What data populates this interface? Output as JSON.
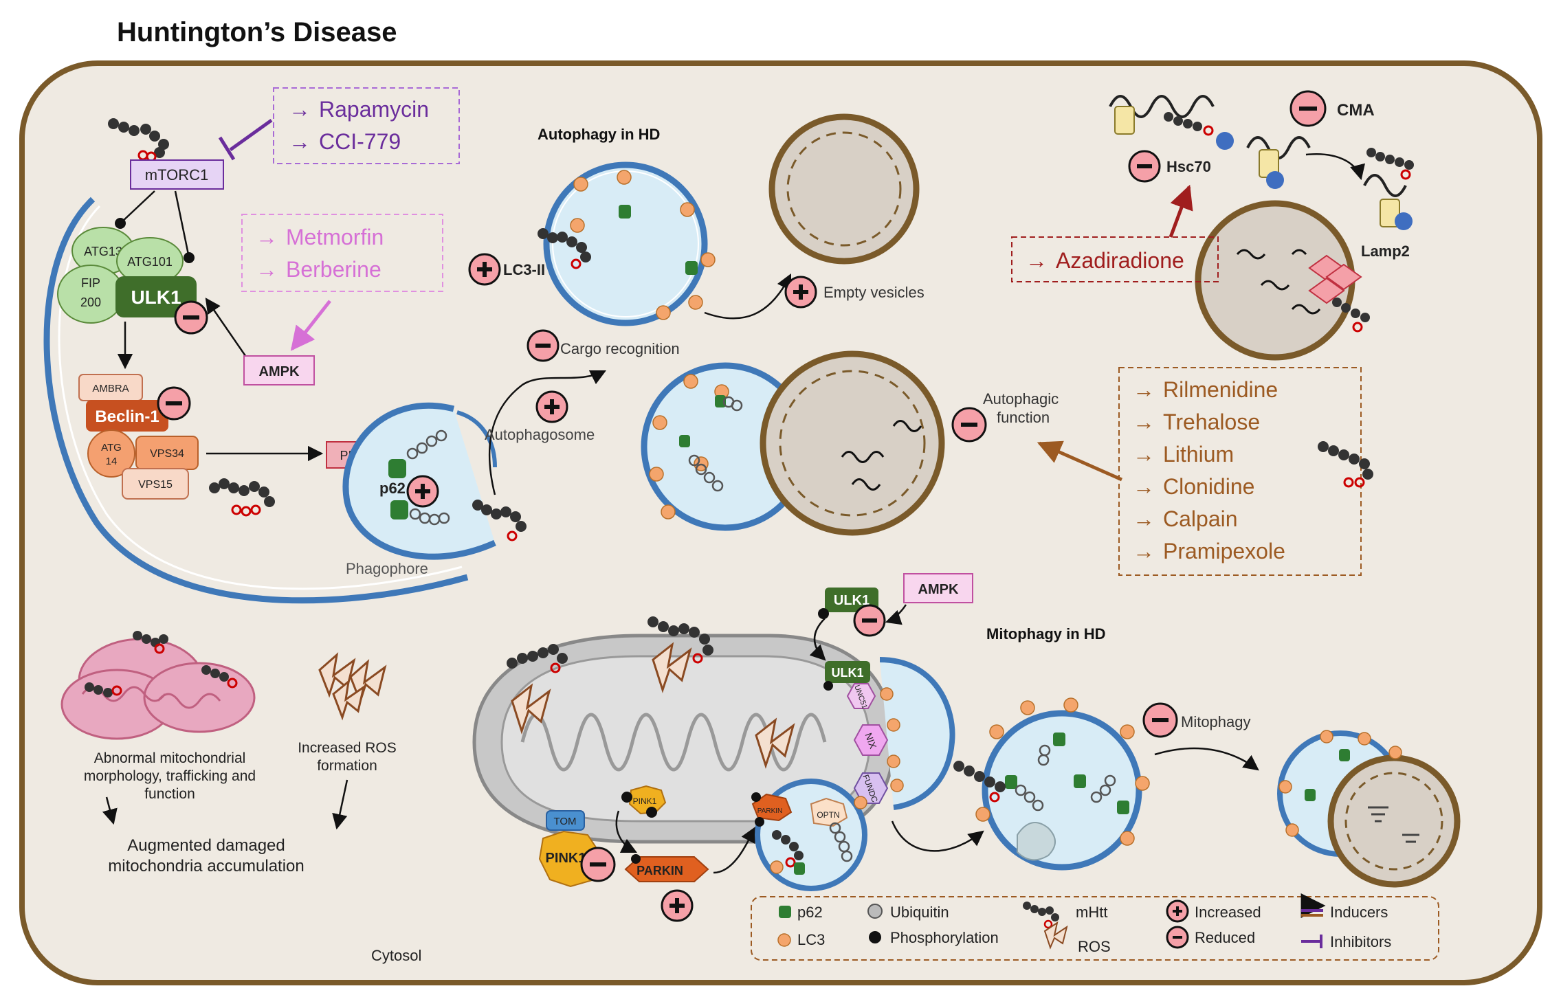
{
  "title": "Huntington’s Disease",
  "autophagy": {
    "title": "Autophagy in HD",
    "mtorc1": "mTORC1",
    "atg13": "ATG13",
    "atg101": "ATG101",
    "fip": "FIP",
    "fip200": "200",
    "ulk1": "ULK1",
    "ambra": "AMBRA",
    "beclin": "Beclin-1",
    "atg14a": "ATG",
    "atg14b": "14",
    "vps34": "VPS34",
    "vps15": "VPS15",
    "ampk": "AMPK",
    "pi3p": "PI3P",
    "p62": "p62",
    "phagophore": "Phagophore",
    "lc3ii": "LC3-II",
    "cargo": "Cargo recognition",
    "autophagosome": "Autophagosome",
    "empty": "Empty vesicles",
    "autophagic_function_1": "Autophagic",
    "autophagic_function_2": "function"
  },
  "drugs": {
    "mtor_inhibitors": [
      "Rapamycin",
      "CCI-779"
    ],
    "ampk_activators": [
      "Metmorfin",
      "Berberine"
    ],
    "cma_inducer": "Azadiradione",
    "autophagy_inducers": [
      "Rilmenidine",
      "Trehalose",
      "Lithium",
      "Clonidine",
      "Calpain",
      "Pramipexole"
    ],
    "arrow": "→"
  },
  "cma": {
    "title": "CMA",
    "hsc70": "Hsc70",
    "lamp2": "Lamp2"
  },
  "mitophagy": {
    "title": "Mitophagy in HD",
    "ulk1_top": "ULK1",
    "ampk": "AMPK",
    "ulk1_mid": "ULK1",
    "unc": "UNC51",
    "nix": "NIX",
    "fundc": "FUNDC",
    "pink1_small": "PINK1",
    "tom": "TOM",
    "pink1": "PINK1",
    "parkin": "PARKIN",
    "parkin_small": "PARKIN",
    "optn": "OPTN",
    "mitophagy_label": "Mitophagy"
  },
  "mito_left": {
    "abnormal": [
      "Abnormal mitochondrial",
      "morphology, trafficking and",
      "function"
    ],
    "ros": [
      "Increased ROS",
      "formation"
    ],
    "augmented": [
      "Augmented  damaged",
      "mitochondria accumulation"
    ],
    "cytosol": "Cytosol"
  },
  "legend": {
    "p62": "p62",
    "lc3": "LC3",
    "ubiquitin": "Ubiquitin",
    "phosphorylation": "Phosphorylation",
    "mhtt": "mHtt",
    "ros": "ROS",
    "increased": "Increased",
    "reduced": "Reduced",
    "inducers": "Inducers",
    "inhibitors": "Inhibitors"
  },
  "colors": {
    "cell_border": "#7a5a2a",
    "cell_fill": "#efeae2",
    "membrane": "#3f78b8",
    "vesicle": "#d8ecf6",
    "purple": "#6a2d9c",
    "magenta": "#d670d6",
    "darkred": "#a01e1e",
    "brown": "#9c5a22",
    "badge": "#f5a0a8",
    "lc3": "#f4a56c",
    "p62": "#2e7d32",
    "ulk1": "#3f6e2a",
    "beclin": "#c75020",
    "parkin": "#e06020",
    "pink1": "#f0b020"
  }
}
